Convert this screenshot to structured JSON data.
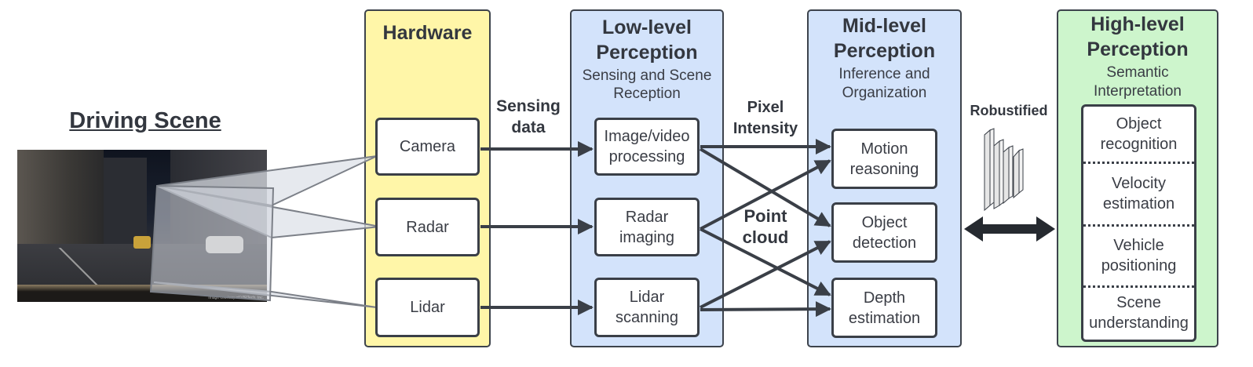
{
  "scene": {
    "title": "Driving Scene",
    "image_caption": "Image courtesy of VIRTech, Inc."
  },
  "panels": {
    "hardware": {
      "title": "Hardware",
      "color": "#fff6a8",
      "nodes": [
        "Camera",
        "Radar",
        "Lidar"
      ]
    },
    "low_level": {
      "title": "Low-level\nPerception",
      "title_line1": "Low-level",
      "title_line2": "Perception",
      "subtitle_line1": "Sensing and Scene",
      "subtitle_line2": "Reception",
      "color": "#d3e3fb",
      "nodes": [
        "Image/video\nprocessing",
        "Radar\nimaging",
        "Lidar\nscanning"
      ]
    },
    "mid_level": {
      "title_line1": "Mid-level",
      "title_line2": "Perception",
      "subtitle_line1": "Inference and",
      "subtitle_line2": "Organization",
      "color": "#d3e3fb",
      "nodes": [
        "Motion\nreasoning",
        "Object\ndetection",
        "Depth\nestimation"
      ]
    },
    "high_level": {
      "title_line1": "High-level",
      "title_line2": "Perception",
      "subtitle_line1": "Semantic",
      "subtitle_line2": "Interpretation",
      "color": "#cdf5cc",
      "items": [
        "Object\nrecognition",
        "Velocity\nestimation",
        "Vehicle\npositioning",
        "Scene\nunderstanding"
      ]
    }
  },
  "edge_labels": {
    "sensing_data": "Sensing\ndata",
    "pixel_intensity": "Pixel\nIntensity",
    "point_cloud": "Point\ncloud",
    "robustified": "Robustified"
  },
  "icons": {
    "robustified": "neural-network-layers-icon",
    "bidirectional": "double-arrow-icon"
  },
  "colors": {
    "stroke": "#3a3f47",
    "text": "#33373f"
  }
}
